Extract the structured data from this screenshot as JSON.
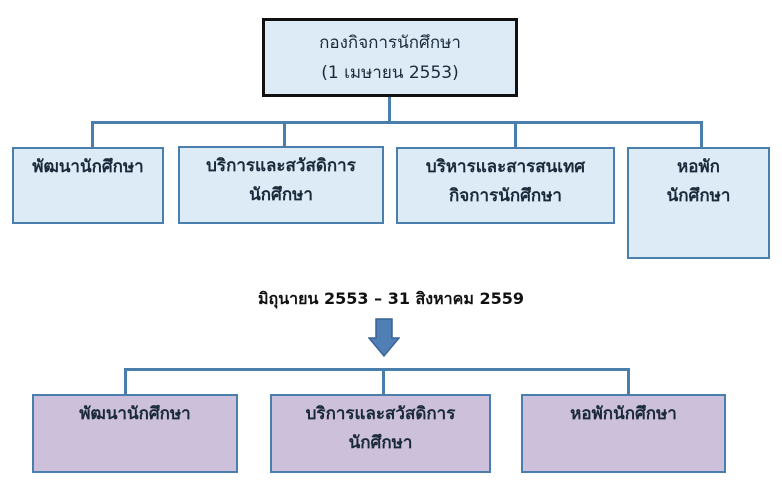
{
  "top": {
    "root": {
      "line1": "กองกิจการนักศึกษา",
      "line2": "(1 เมษายน 2553)"
    },
    "units": [
      {
        "line1": "พัฒนานักศึกษา",
        "line2": ""
      },
      {
        "line1": "บริการและสวัสดิการ",
        "line2": "นักศึกษา"
      },
      {
        "line1": "บริหารและสารสนเทศ",
        "line2": "กิจการนักศึกษา"
      },
      {
        "line1": "หอพัก",
        "line2": "นักศึกษา"
      }
    ]
  },
  "period_label": "มิถุนายน 2553 – 31 สิงหาคม 2559",
  "bottom": {
    "units": [
      {
        "line1": "พัฒนานักศึกษา",
        "line2": ""
      },
      {
        "line1": "บริการและสวัสดิการ",
        "line2": "นักศึกษา"
      },
      {
        "line1": "หอพักนักศึกษา",
        "line2": ""
      }
    ]
  },
  "colors": {
    "connector": "#4a7ead",
    "top_fill": "#dcebf5",
    "bottom_fill": "#ccc0da",
    "arrow": "#4f7fb5"
  }
}
